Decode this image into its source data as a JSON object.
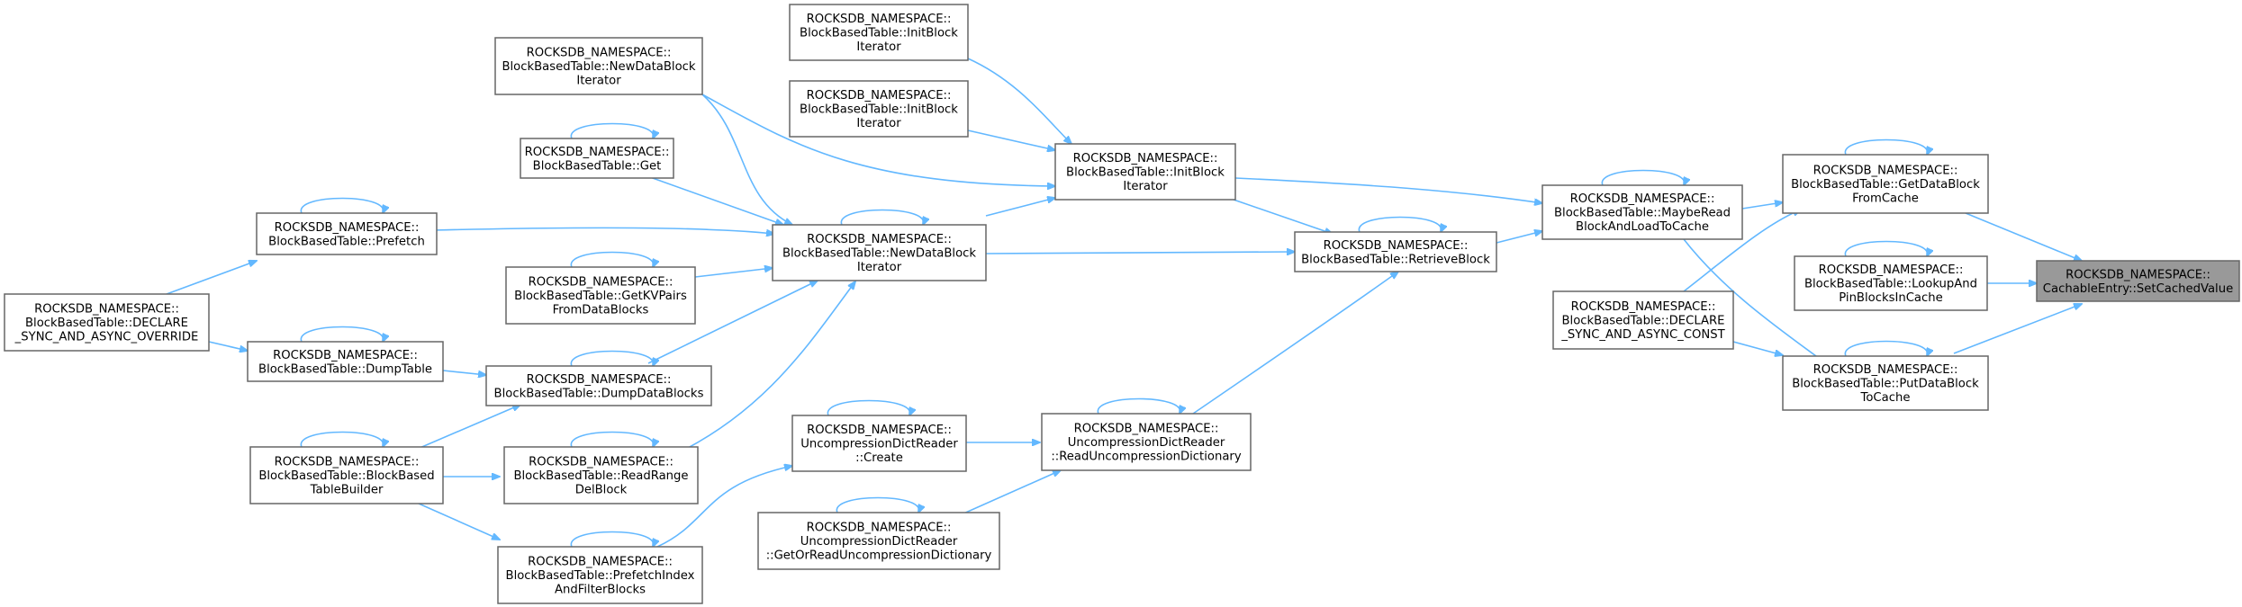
{
  "graph": {
    "nodes": [
      {
        "id": "root",
        "lines": [
          "ROCKSDB_NAMESPACE::",
          "CachableEntry::SetCachedValue"
        ],
        "highlight": true
      },
      {
        "id": "getdatablock",
        "lines": [
          "ROCKSDB_NAMESPACE::",
          "BlockBasedTable::GetDataBlock",
          "FromCache"
        ]
      },
      {
        "id": "lookupandpin",
        "lines": [
          "ROCKSDB_NAMESPACE::",
          "BlockBasedTable::LookupAnd",
          "PinBlocksInCache"
        ]
      },
      {
        "id": "putdatablock",
        "lines": [
          "ROCKSDB_NAMESPACE::",
          "BlockBasedTable::PutDataBlock",
          "ToCache"
        ]
      },
      {
        "id": "maybereadblock",
        "lines": [
          "ROCKSDB_NAMESPACE::",
          "BlockBasedTable::MaybeRead",
          "BlockAndLoadToCache"
        ]
      },
      {
        "id": "declaresyncconst",
        "lines": [
          "ROCKSDB_NAMESPACE::",
          "BlockBasedTable::DECLARE",
          "_SYNC_AND_ASYNC_CONST"
        ]
      },
      {
        "id": "initblockiter_main",
        "lines": [
          "ROCKSDB_NAMESPACE::",
          "BlockBasedTable::InitBlock",
          "Iterator"
        ]
      },
      {
        "id": "retrieveblock",
        "lines": [
          "ROCKSDB_NAMESPACE::",
          "BlockBasedTable::RetrieveBlock"
        ]
      },
      {
        "id": "initblockiter_a",
        "lines": [
          "ROCKSDB_NAMESPACE::",
          "BlockBasedTable::InitBlock",
          "Iterator"
        ]
      },
      {
        "id": "initblockiter_b",
        "lines": [
          "ROCKSDB_NAMESPACE::",
          "BlockBasedTable::InitBlock",
          "Iterator"
        ]
      },
      {
        "id": "newdatablockiter_main",
        "lines": [
          "ROCKSDB_NAMESPACE::",
          "BlockBasedTable::NewDataBlock",
          "Iterator"
        ]
      },
      {
        "id": "readuncompdict",
        "lines": [
          "ROCKSDB_NAMESPACE::",
          "UncompressionDictReader",
          "::ReadUncompressionDictionary"
        ]
      },
      {
        "id": "newdatablockiter_top",
        "lines": [
          "ROCKSDB_NAMESPACE::",
          "BlockBasedTable::NewDataBlock",
          "Iterator"
        ]
      },
      {
        "id": "get",
        "lines": [
          "ROCKSDB_NAMESPACE::",
          "BlockBasedTable::Get"
        ]
      },
      {
        "id": "getkvpairs",
        "lines": [
          "ROCKSDB_NAMESPACE::",
          "BlockBasedTable::GetKVPairs",
          "FromDataBlocks"
        ]
      },
      {
        "id": "dumpdatablocks",
        "lines": [
          "ROCKSDB_NAMESPACE::",
          "BlockBasedTable::DumpDataBlocks"
        ]
      },
      {
        "id": "readrangedel",
        "lines": [
          "ROCKSDB_NAMESPACE::",
          "BlockBasedTable::ReadRange",
          "DelBlock"
        ]
      },
      {
        "id": "prefetchindex",
        "lines": [
          "ROCKSDB_NAMESPACE::",
          "BlockBasedTable::PrefetchIndex",
          "AndFilterBlocks"
        ]
      },
      {
        "id": "uncompcreate",
        "lines": [
          "ROCKSDB_NAMESPACE::",
          "UncompressionDictReader",
          "::Create"
        ]
      },
      {
        "id": "getorreaduncomp",
        "lines": [
          "ROCKSDB_NAMESPACE::",
          "UncompressionDictReader",
          "::GetOrReadUncompressionDictionary"
        ]
      },
      {
        "id": "prefetch",
        "lines": [
          "ROCKSDB_NAMESPACE::",
          "BlockBasedTable::Prefetch"
        ]
      },
      {
        "id": "dumptable",
        "lines": [
          "ROCKSDB_NAMESPACE::",
          "BlockBasedTable::DumpTable"
        ]
      },
      {
        "id": "blockbasedtablebuilder",
        "lines": [
          "ROCKSDB_NAMESPACE::",
          "BlockBasedTable::BlockBased",
          "TableBuilder"
        ]
      },
      {
        "id": "declaresyncoverride",
        "lines": [
          "ROCKSDB_NAMESPACE::",
          "BlockBasedTable::DECLARE",
          "_SYNC_AND_ASYNC_OVERRIDE"
        ]
      }
    ]
  }
}
